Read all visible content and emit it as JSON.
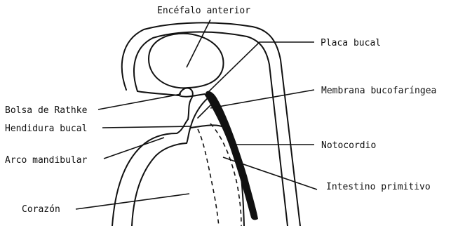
{
  "labels": {
    "encefalo_anterior": "Encéfalo anterior",
    "placa_bucal": "Placa bucal",
    "membrana_bucofaringea": "Membrana bucofaríngea",
    "bolsa_rathke": "Bolsa de Rathke",
    "hendidura_bucal": "Hendidura bucal",
    "arco_mandibular": "Arco mandibular",
    "notocordio": "Notocordio",
    "intestino_primitivo": "Intestino primitivo",
    "corazon": "Corazón"
  },
  "colors": {
    "ink": "#111111",
    "background": "#ffffff"
  }
}
